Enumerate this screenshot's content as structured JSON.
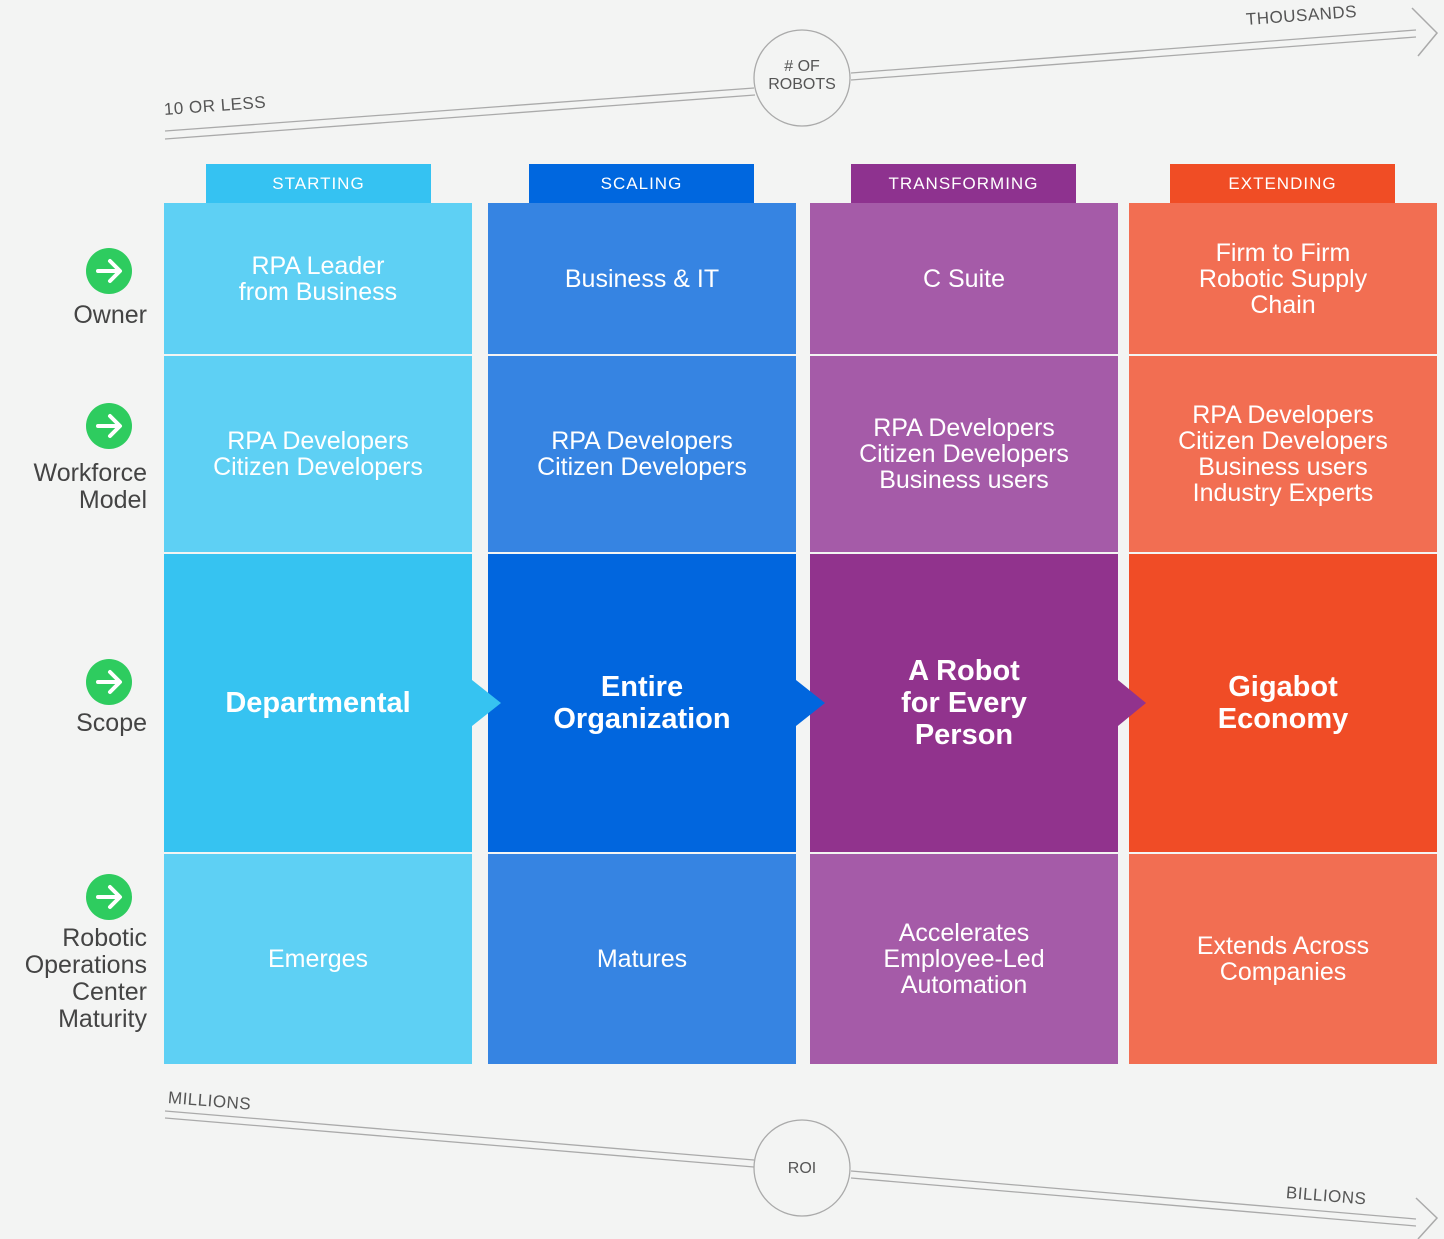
{
  "robots_axis": {
    "circle_label": "# OF\nROBOTS",
    "low_label": "10 OR LESS",
    "high_label": "THOUSANDS"
  },
  "roi_axis": {
    "circle_label": "ROI",
    "low_label": "MILLIONS",
    "high_label": "BILLIONS"
  },
  "stages": [
    {
      "label": "STARTING",
      "tab_color": "#35c2f2",
      "light": "#5ed0f4",
      "strong": "#36c3f1"
    },
    {
      "label": "SCALING",
      "tab_color": "#0067df",
      "light": "#3684e2",
      "strong": "#0166de"
    },
    {
      "label": "TRANSFORMING",
      "tab_color": "#8e328f",
      "light": "#a55ba8",
      "strong": "#91338d"
    },
    {
      "label": "EXTENDING",
      "tab_color": "#f04d25",
      "light": "#f26e52",
      "strong": "#f04c26"
    }
  ],
  "rows": [
    {
      "label": "Owner",
      "icon": "arrow-right-icon",
      "cells": [
        "RPA Leader\nfrom Business",
        "Business & IT",
        "C Suite",
        "Firm to Firm\nRobotic Supply\nChain"
      ]
    },
    {
      "label": "Workforce\nModel",
      "icon": "arrow-right-icon",
      "cells": [
        "RPA Developers\nCitizen Developers",
        "RPA Developers\nCitizen Developers",
        "RPA Developers\nCitizen Developers\nBusiness users",
        "RPA Developers\nCitizen Developers\nBusiness users\nIndustry Experts"
      ]
    },
    {
      "label": "Scope",
      "icon": "arrow-right-icon",
      "cells": [
        "Departmental",
        "Entire\nOrganization",
        "A Robot\nfor Every\nPerson",
        "Gigabot\nEconomy"
      ]
    },
    {
      "label": "Robotic\nOperations\nCenter\nMaturity",
      "icon": "arrow-right-icon",
      "cells": [
        "Emerges",
        "Matures",
        "Accelerates\nEmployee-Led\nAutomation",
        "Extends Across\nCompanies"
      ]
    }
  ]
}
